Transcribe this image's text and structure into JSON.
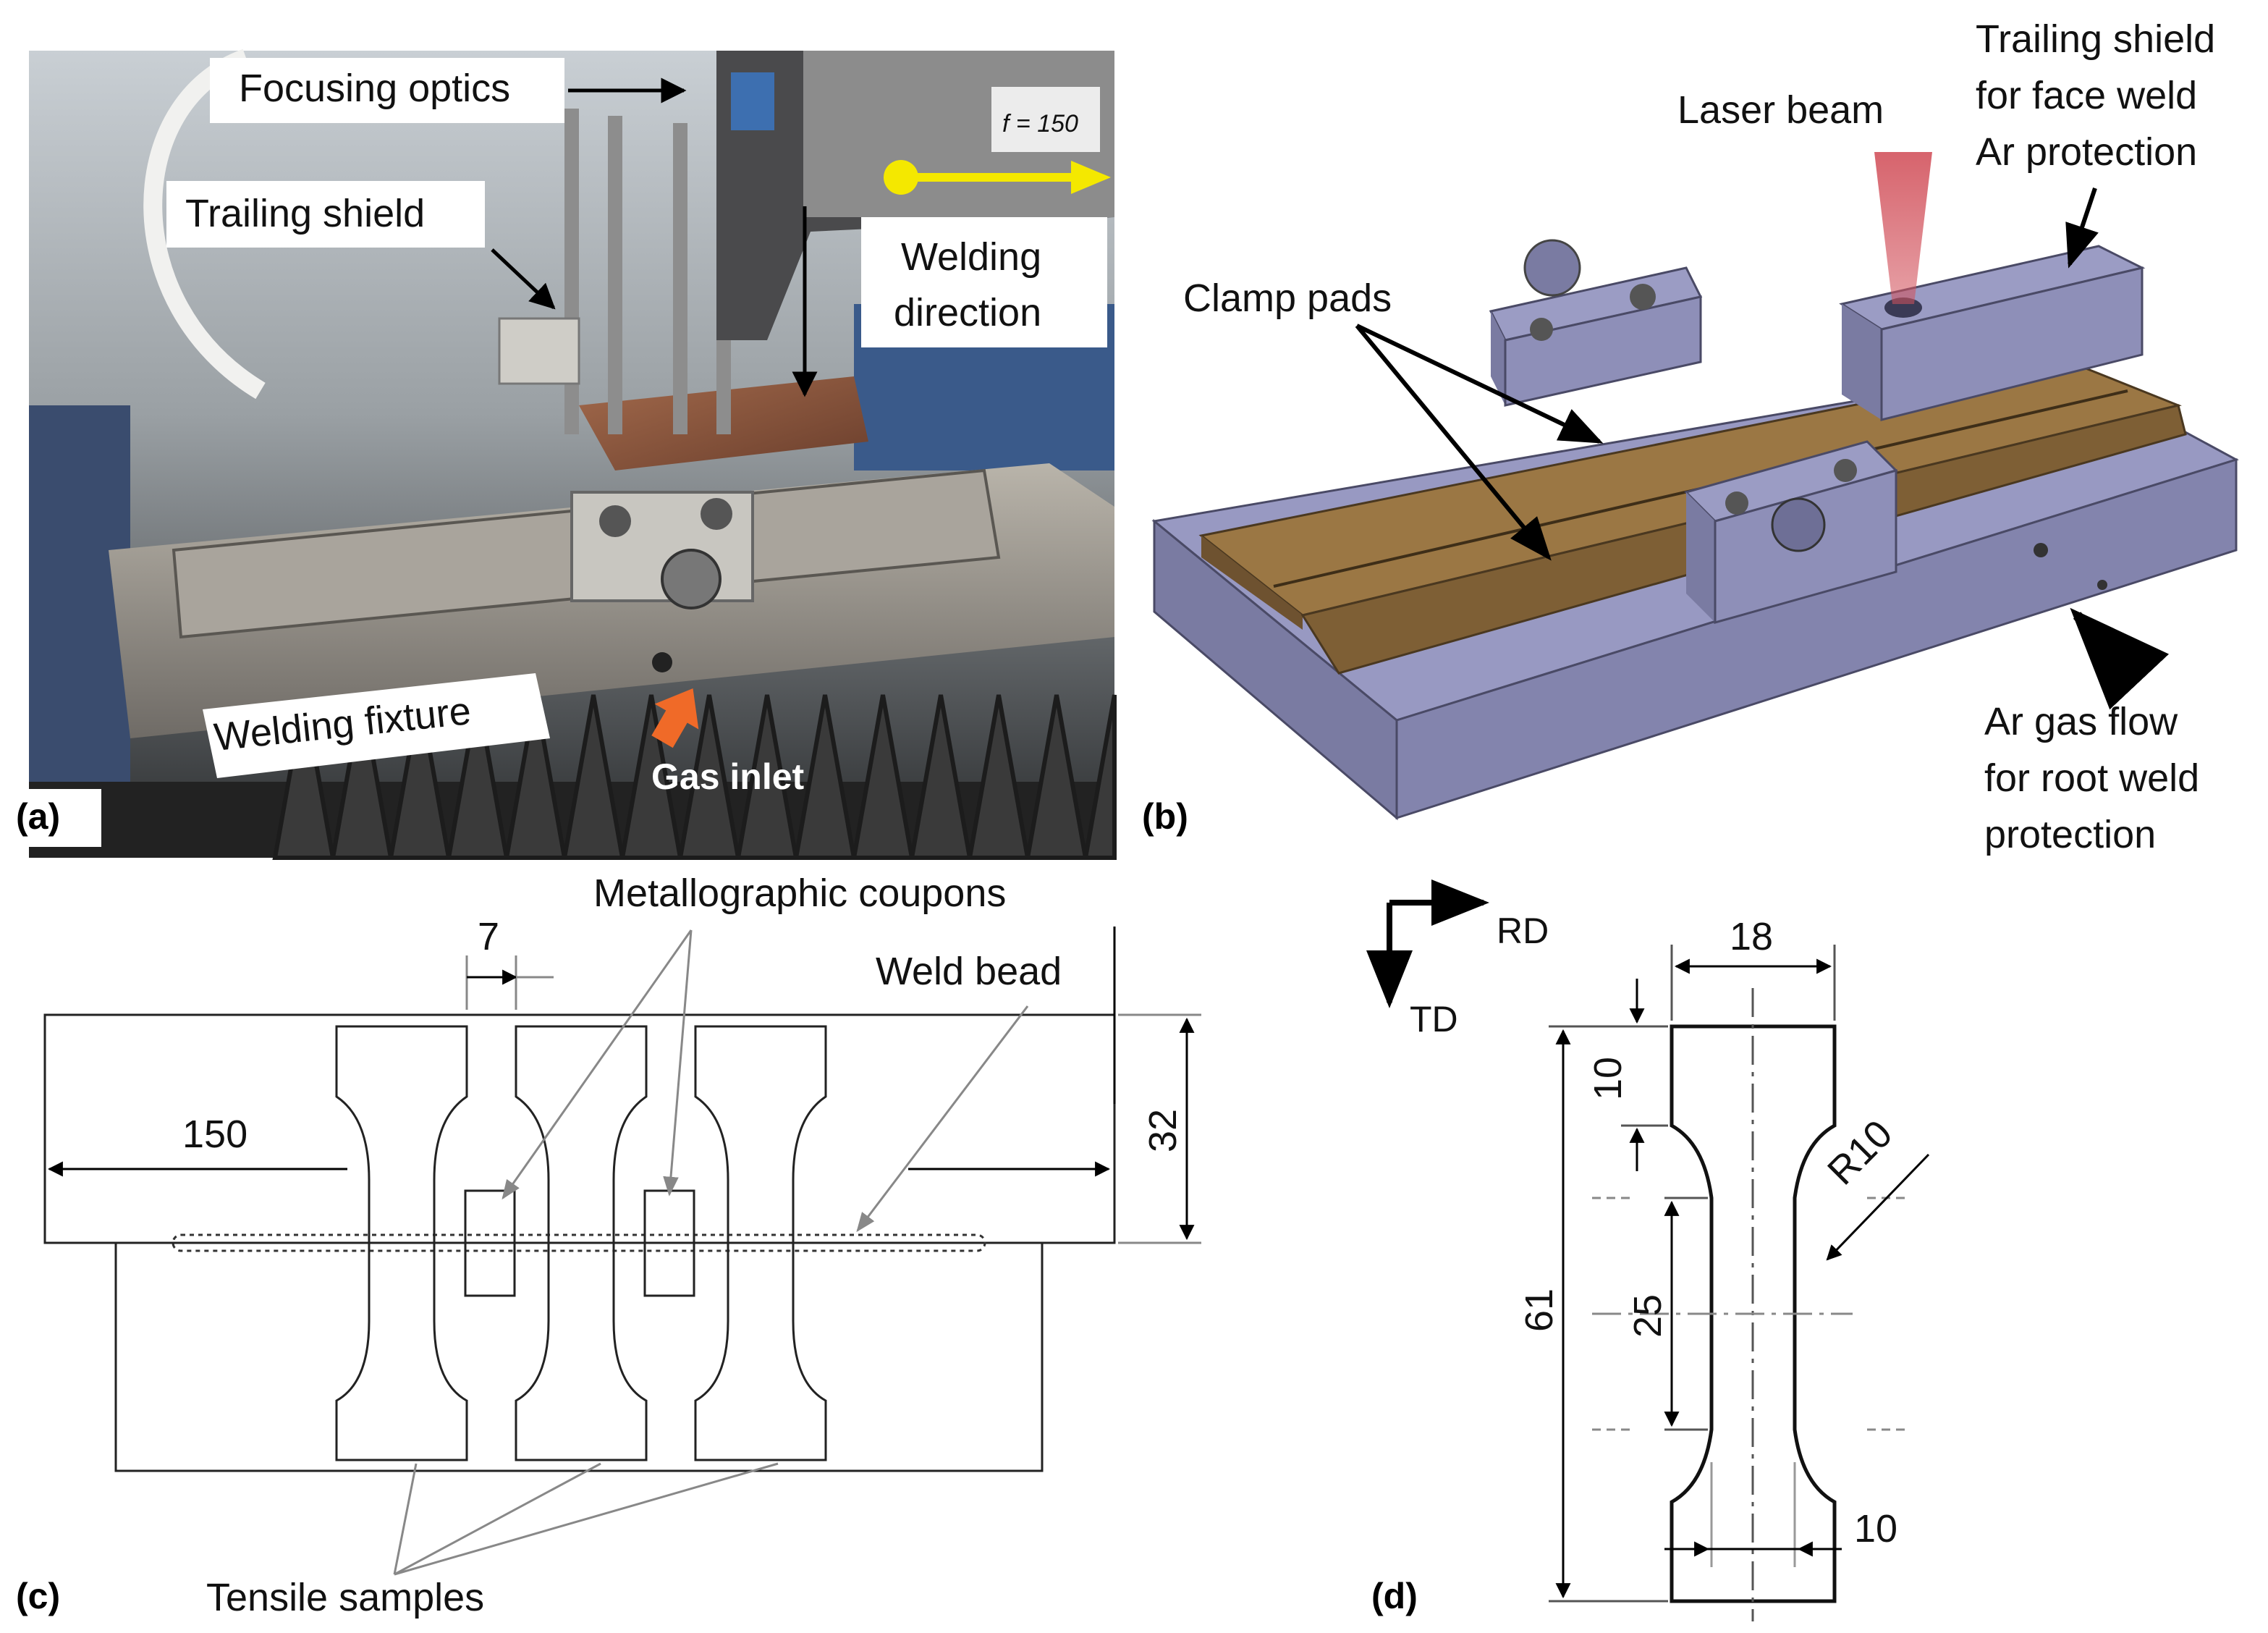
{
  "panel_a": {
    "letter": "(a)",
    "lens_label": "f = 150",
    "focusing_optics": "Focusing optics",
    "trailing_shield": "Trailing shield",
    "welding_direction_1": "Welding",
    "welding_direction_2": "direction",
    "welding_fixture": "Welding fixture",
    "gas_inlet": "Gas inlet"
  },
  "panel_b": {
    "letter": "(b)",
    "laser_beam": "Laser beam",
    "trailing_shield_1": "Trailing shield",
    "trailing_shield_2": "for face weld",
    "trailing_shield_3": "Ar protection",
    "clamp_pads": "Clamp pads",
    "ar_gas_1": "Ar gas flow",
    "ar_gas_2": "for root weld",
    "ar_gas_3": "protection"
  },
  "panel_c": {
    "letter": "(c)",
    "metallographic_coupons": "Metallographic coupons",
    "weld_bead": "Weld bead",
    "tensile_samples": "Tensile samples",
    "dim_gap": "7",
    "dim_length": "150",
    "dim_width": "32"
  },
  "panel_d": {
    "letter": "(d)",
    "rd": "RD",
    "td": "TD",
    "dim_width": "18",
    "dim_grip": "10",
    "dim_radius": "R10",
    "dim_total": "61",
    "dim_gauge": "25",
    "dim_neck": "10"
  },
  "colors": {
    "fixture_purple": "#8f90b8",
    "pad_brown": "#8c6a3a",
    "laser_red": "#d2525c",
    "arrow_yellow": "#f4e800",
    "arrow_orange": "#f06a28"
  }
}
